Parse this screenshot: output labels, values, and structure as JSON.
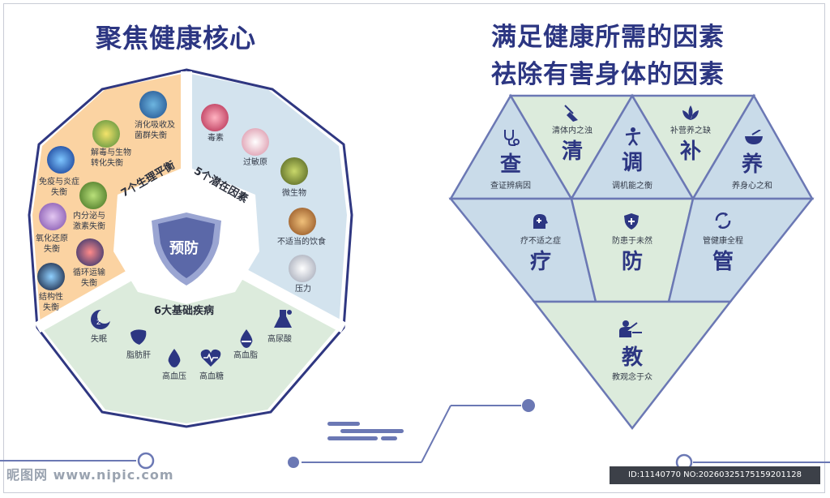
{
  "left_title": "聚焦健康核心",
  "right_title_1": "满足健康所需的因素",
  "right_title_2": "祛除有害身体的因素",
  "center_label": "预防",
  "section_7": "7个生理平衡",
  "section_5": "5个潜在因素",
  "section_6": "6大基础疾病",
  "balance_items": [
    "消化吸收及\n菌群失衡",
    "解毒与生物\n转化失衡",
    "免疫与炎症\n失衡",
    "内分泌与\n激素失衡",
    "氧化还原\n失衡",
    "循环运输\n失衡",
    "结构性\n失衡"
  ],
  "factor_items": [
    "毒素",
    "过敏原",
    "微生物",
    "不适当的饮食",
    "压力"
  ],
  "disease_items": [
    "失眠",
    "脂肪肝",
    "高血压",
    "高血糖",
    "高血脂",
    "高尿酸"
  ],
  "diamond": [
    {
      "char": "查",
      "sub": "查证辨病因",
      "icon": "stethoscope-icon"
    },
    {
      "char": "清",
      "sub": "清体内之浊",
      "icon": "broom-icon"
    },
    {
      "char": "调",
      "sub": "调机能之衡",
      "icon": "yoga-icon"
    },
    {
      "char": "补",
      "sub": "补营养之缺",
      "icon": "lotus-icon"
    },
    {
      "char": "养",
      "sub": "养身心之和",
      "icon": "bowl-icon"
    },
    {
      "char": "疗",
      "sub": "疗不适之症",
      "icon": "head-cross-icon"
    },
    {
      "char": "防",
      "sub": "防患于未然",
      "icon": "shield-icon"
    },
    {
      "char": "管",
      "sub": "管健康全程",
      "icon": "cycle-icon"
    },
    {
      "char": "教",
      "sub": "教观念于众",
      "icon": "teacher-icon"
    }
  ],
  "watermark": "昵图网 www.nipic.com",
  "id_text": "ID:11140770 NO:20260325175159201128",
  "colors": {
    "navy": "#2c3682",
    "orange": "#fbd3a2",
    "blue": "#d3e3ee",
    "green": "#dcebdc",
    "triangle_blue": "#c9dbe9",
    "accent": "#6b78b4"
  }
}
